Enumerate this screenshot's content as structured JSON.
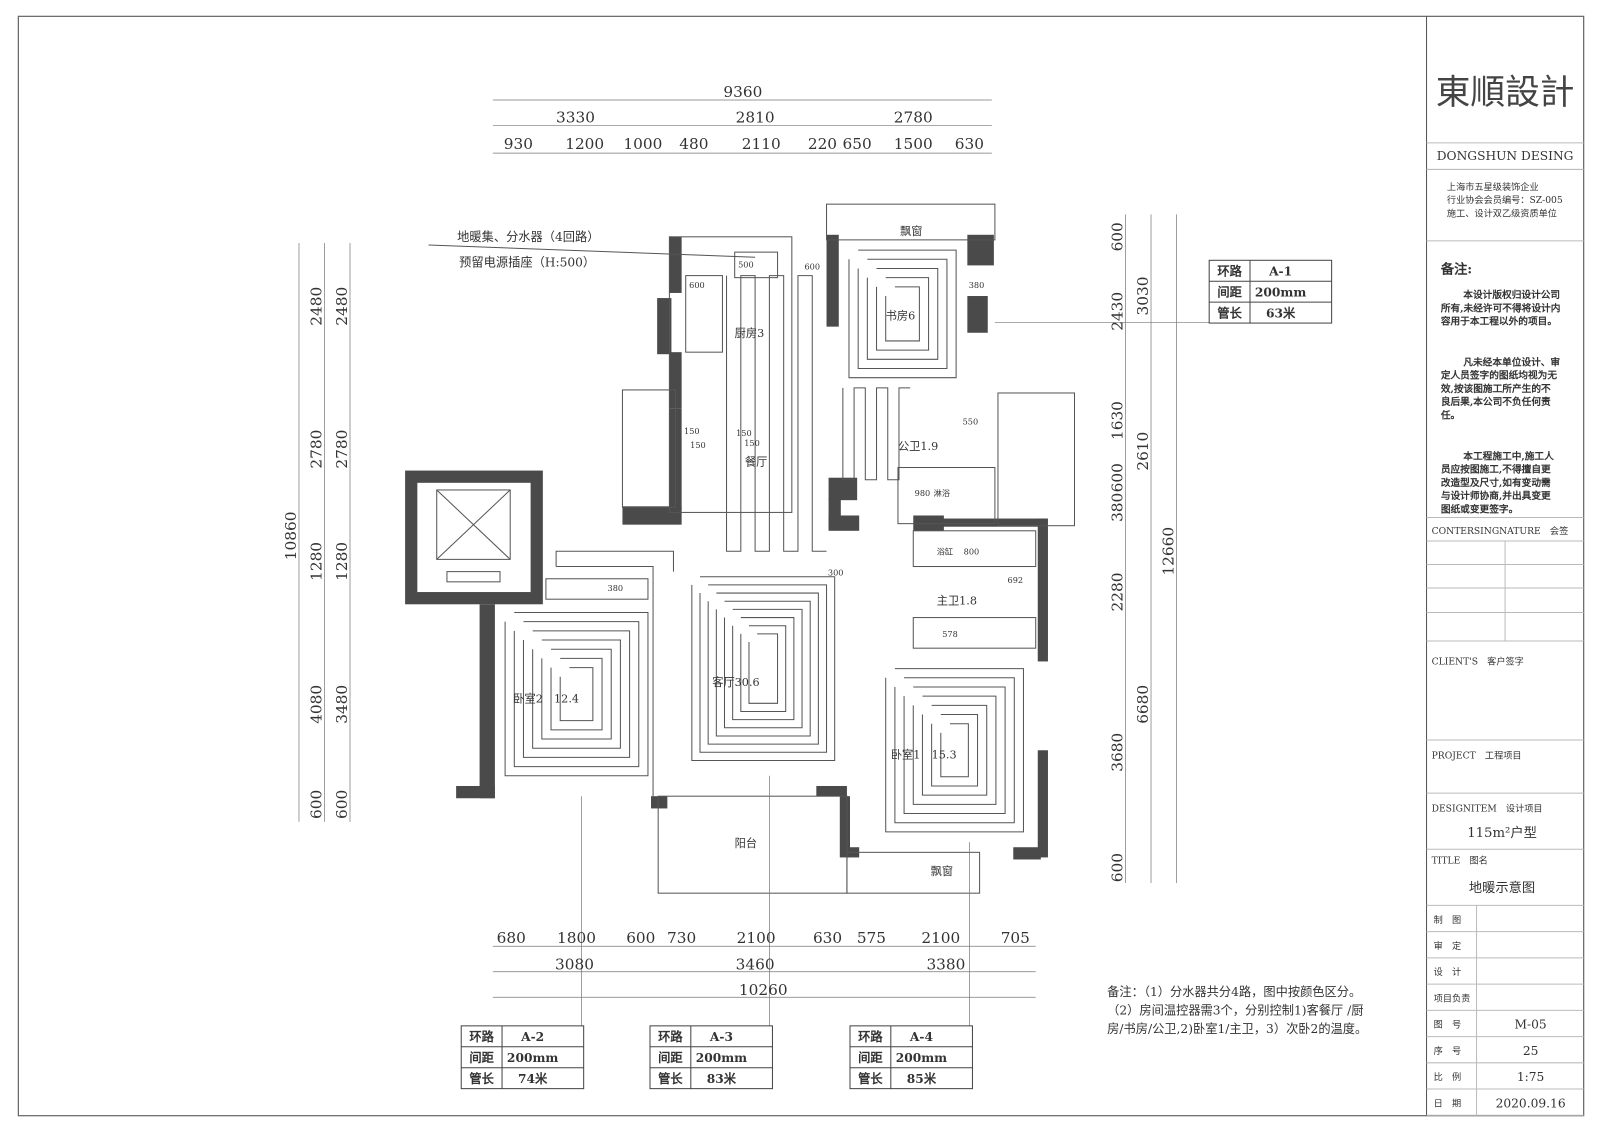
{
  "title_block": {
    "logo": "東順設計",
    "company_en": "DONGSHUN DESING",
    "company_info": [
      "上海市五星级装饰企业",
      "行业协会会员编号：SZ-005",
      "施工、设计双乙级资质单位"
    ],
    "notes_heading": "备注:",
    "notes": [
      [
        "本设计版权归设计公司",
        "所有,未经许可不得将设计内",
        "容用于本工程以外的项目。"
      ],
      [
        "凡未经本单位设计、审",
        "定人员签字的图纸均视为无",
        "效,按该图施工所产生的不",
        "良后果,本公司不负任何责",
        "任。"
      ],
      [
        "本工程施工中,施工人",
        "员应按图施工,不得擅自更",
        "改造型及尺寸,如有变动需",
        "与设计师协商,并出具变更",
        "图纸或变更签字。"
      ]
    ],
    "countersign": "CONTERSINGNATURE　会签",
    "client": "CLIENT'S　客户签字",
    "project": "PROJECT　工程项目",
    "design_item": "DESIGNITEM　设计项目",
    "design_item_value": "115m²户型",
    "title_label": "TITLE　图名",
    "title_value": "地暖示意图",
    "rows": [
      {
        "label": "制　图",
        "value": ""
      },
      {
        "label": "审　定",
        "value": ""
      },
      {
        "label": "设　计",
        "value": ""
      },
      {
        "label": "项目负责",
        "value": ""
      },
      {
        "label": "图　号",
        "value": "M-05"
      },
      {
        "label": "序　号",
        "value": "25"
      },
      {
        "label": "比　例",
        "value": "1:75"
      },
      {
        "label": "日　期",
        "value": "2020.09.16"
      }
    ]
  },
  "dims": {
    "top": {
      "total": "9360",
      "mid": [
        "3330",
        "2810",
        "2780"
      ],
      "detail": [
        "930",
        "1200",
        "1000",
        "480",
        "2110",
        "220",
        "650",
        "1500",
        "630"
      ]
    },
    "bottom": {
      "detail": [
        "680",
        "1800",
        "600",
        "730",
        "2100",
        "630",
        "575",
        "2100",
        "705"
      ],
      "mid": [
        "3080",
        "3460",
        "3380"
      ],
      "total": "10260"
    },
    "left": {
      "total": "10860",
      "col1": [
        "2480",
        "2780",
        "1280",
        "4080",
        "600"
      ],
      "col2": [
        "2480",
        "2780",
        "1280",
        "3480",
        "600"
      ]
    },
    "right": {
      "col1": [
        "600",
        "2430",
        "1630",
        "600",
        "380",
        "2280",
        "3680",
        "600"
      ],
      "col2": [
        "3030",
        "2610",
        "6680"
      ],
      "total": "12660"
    },
    "small": [
      "600",
      "600",
      "500",
      "380",
      "550",
      "150",
      "150",
      "150",
      "150",
      "300",
      "380",
      "800",
      "692",
      "578",
      "980"
    ]
  },
  "rooms": {
    "bay_window_top": "飘窗",
    "study": "书房6",
    "kitchen": "厨房3",
    "public_bath": "公卫1.9",
    "dining": "餐厅",
    "shower": "淋浴",
    "bathtub": "浴缸",
    "master_bath": "主卫1.8",
    "bedroom2": "卧室2　12.4",
    "living": "客厅30.6",
    "bedroom1": "卧室1　15.3",
    "balcony": "阳台",
    "bay_window_bottom": "飘窗"
  },
  "annotations": {
    "manifold": "地暖集、分水器（4回路）",
    "socket": "预留电源插座（H:500）"
  },
  "loops": [
    {
      "loop_label": "环路",
      "loop": "A-1",
      "spacing_label": "间距",
      "spacing": "200mm",
      "length_label": "管长",
      "length": "63米"
    },
    {
      "loop_label": "环路",
      "loop": "A-2",
      "spacing_label": "间距",
      "spacing": "200mm",
      "length_label": "管长",
      "length": "74米"
    },
    {
      "loop_label": "环路",
      "loop": "A-3",
      "spacing_label": "间距",
      "spacing": "200mm",
      "length_label": "管长",
      "length": "83米"
    },
    {
      "loop_label": "环路",
      "loop": "A-4",
      "spacing_label": "间距",
      "spacing": "200mm",
      "length_label": "管长",
      "length": "85米"
    }
  ],
  "bottom_notes": [
    "备注：（1）分水器共分4路，图中按颜色区分。",
    "（2）房间温控器需3个，分别控制1)客餐厅 /厨",
    "房/书房/公卫,2)卧室1/主卫，3）次卧2的温度。"
  ]
}
